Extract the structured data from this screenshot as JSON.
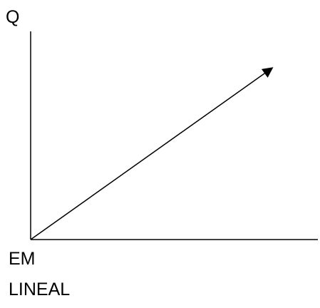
{
  "labels": {
    "y_axis": "Q",
    "origin": "EM",
    "caption": "LINEAL"
  },
  "colors": {
    "line": "#000000",
    "background": "#ffffff"
  },
  "relationship": "linear"
}
